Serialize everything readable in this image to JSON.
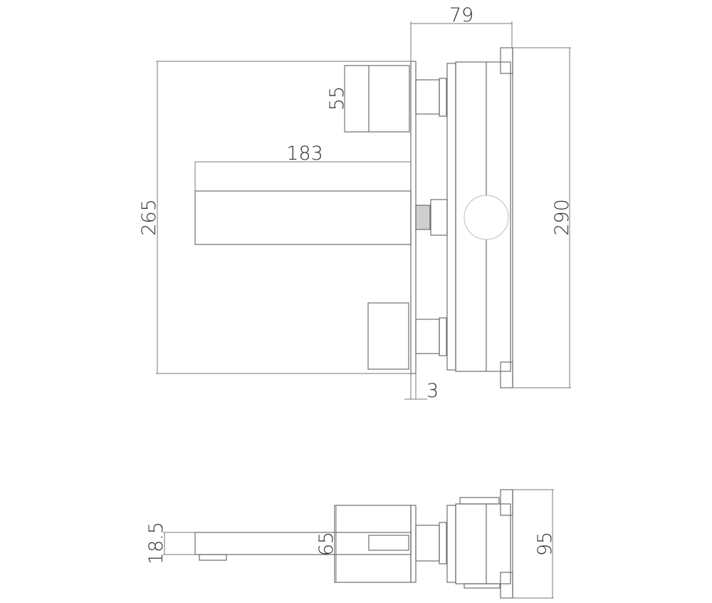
{
  "drawing": {
    "type": "technical dimension drawing",
    "subject": "wall-mounted basin mixer with spout and two handles",
    "units": "mm",
    "line_color": "#6e6e6e",
    "background": "#ffffff"
  },
  "front_view": {
    "dimensions": {
      "overall_depth": "79",
      "handle_height": "55",
      "spout_length": "183",
      "overall_height": "265",
      "body_height": "290",
      "plate_thickness": "3"
    }
  },
  "plan_view": {
    "dimensions": {
      "spout_thickness": "18.5",
      "handle_width": "65",
      "body_width": "95"
    }
  }
}
